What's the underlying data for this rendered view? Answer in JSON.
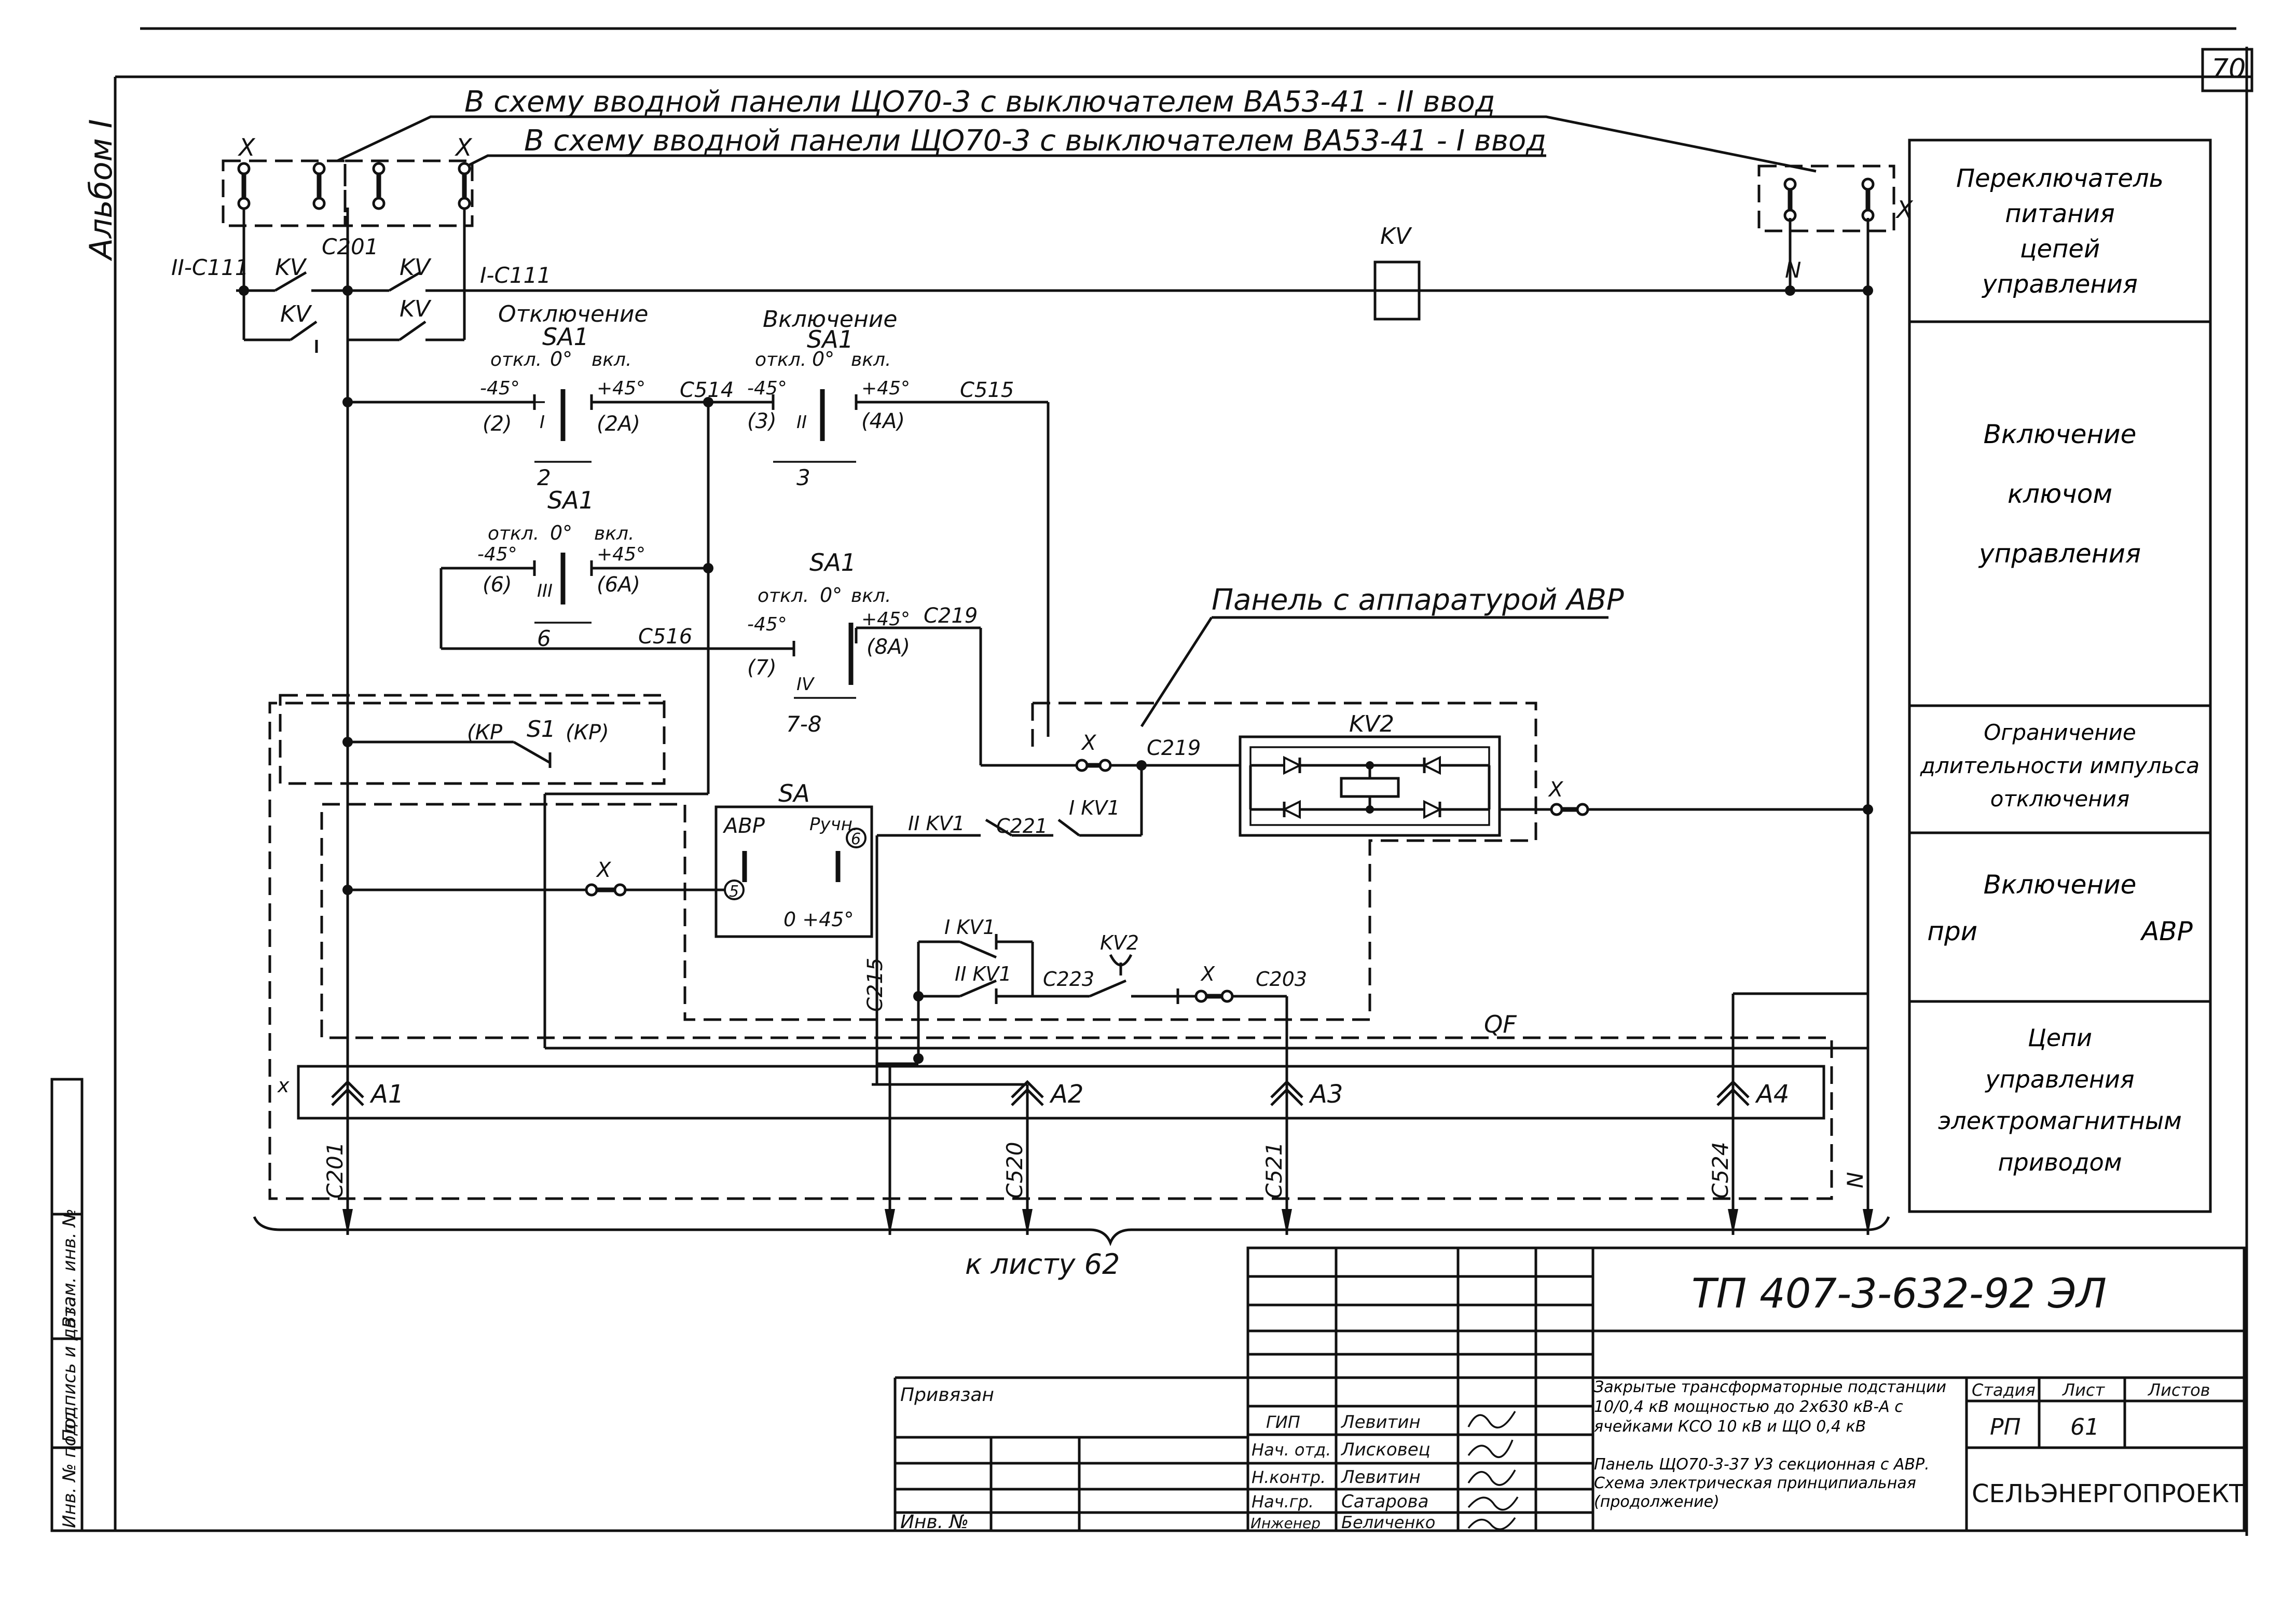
{
  "page_number": "70",
  "album_label": "Альбом I",
  "feed_labels": {
    "feed2": "В схему вводной панели ЩО70-3 с выключателем ВА53-41 - II ввод",
    "feed1": "В схему вводной панели ЩО70-3 с выключателем ВА53-41 - I ввод"
  },
  "wires": {
    "c201_top": "С201",
    "ii_c111": "II-С111",
    "i_c111": "I-С111",
    "c514": "С514",
    "c515": "С515",
    "c516": "С516",
    "c219_a": "С219",
    "c219_b": "С219",
    "c221": "С221",
    "c215": "С215",
    "c223": "С223",
    "c203": "С203",
    "c201_out": "С201",
    "c520": "С520",
    "c521": "С521",
    "c524": "С524",
    "n_top": "N",
    "n_bottom": "N"
  },
  "components": {
    "x_left1": "X",
    "x_left2": "X",
    "x_right": "X",
    "kv_coil": "KV",
    "kv_contacts": [
      "KV",
      "KV",
      "KV",
      "KV"
    ],
    "sa1_off_title": "Отключение",
    "sa1_on_title": "Включение",
    "sa1": "SA1",
    "otkl": "откл.",
    "vkl": "вкл.",
    "zero": "0°",
    "minus45": "-45°",
    "plus45": "+45°",
    "contacts_left": [
      "(2)",
      "(3)",
      "(6)",
      "(7)"
    ],
    "contacts_right": [
      "(2A)",
      "(4A)",
      "(6A)",
      "(8A)"
    ],
    "sections": [
      "I",
      "II",
      "III",
      "IV"
    ],
    "positions": [
      "2",
      "3",
      "6",
      "7-8"
    ],
    "avr_panel": "Панель с аппаратурой АВР",
    "s1": "S1",
    "kp_left": "(КР",
    "kp_right": "(КР)",
    "sa": "SA",
    "avr": "АВР",
    "ruchn": "Ручн.",
    "pos5": "5",
    "pos6": "6",
    "sa_bottom": "0 +45°",
    "ii_kv1_a": "II KV1",
    "i_kv1_a": "I KV1",
    "i_kv1_b": "I KV1",
    "ii_kv1_b": "II KV1",
    "kv2_coil": "KV2",
    "kv2_contact": "KV2",
    "x_mid": "X",
    "x_c219": "X",
    "x_right_bus": "X",
    "x_c203": "X",
    "qf": "QF",
    "x_block": "x",
    "a1": "A1",
    "a2": "A2",
    "a3": "A3",
    "a4": "A4"
  },
  "to_sheet": "к листу 62",
  "right_column": [
    "Переключатель питания цепей управления",
    "Включение ключом управления",
    "Ограничение длительности импульса отключения",
    "Включение при АВР",
    "Цепи управления электромагнитным приводом"
  ],
  "left_stamp": [
    "Инв. № подл.",
    "Подпись и дата",
    "Взам. инв. №"
  ],
  "title_block": {
    "doc_code": "ТП 407-3-632-92 ЭЛ",
    "description": "Закрытые трансформаторные подстанции 10/0,4 кВ мощностью до 2х630 кВ-А с ячейками КСО 10 кВ и ЩО 0,4 кВ",
    "sheet_title": "Панель ЩО70-3-37 У3 секционная с АВР. Схема электрическая принципиальная (продолжение)",
    "company": "СЕЛЬЭНЕРГОПРОЕКТ",
    "stage_h": "Стадия",
    "sheet_h": "Лист",
    "sheets_h": "Листов",
    "stage": "РП",
    "sheet": "61",
    "sheets": "",
    "privyazan": "Привязан",
    "inv_no": "Инв. №",
    "roles": [
      "ГИП",
      "Нач. отд.",
      "Н.контр.",
      "Нач.гр.",
      "Инженер"
    ],
    "names": [
      "Левитин",
      "Лисковец",
      "Левитин",
      "Сатарова",
      "Беличенко"
    ]
  }
}
